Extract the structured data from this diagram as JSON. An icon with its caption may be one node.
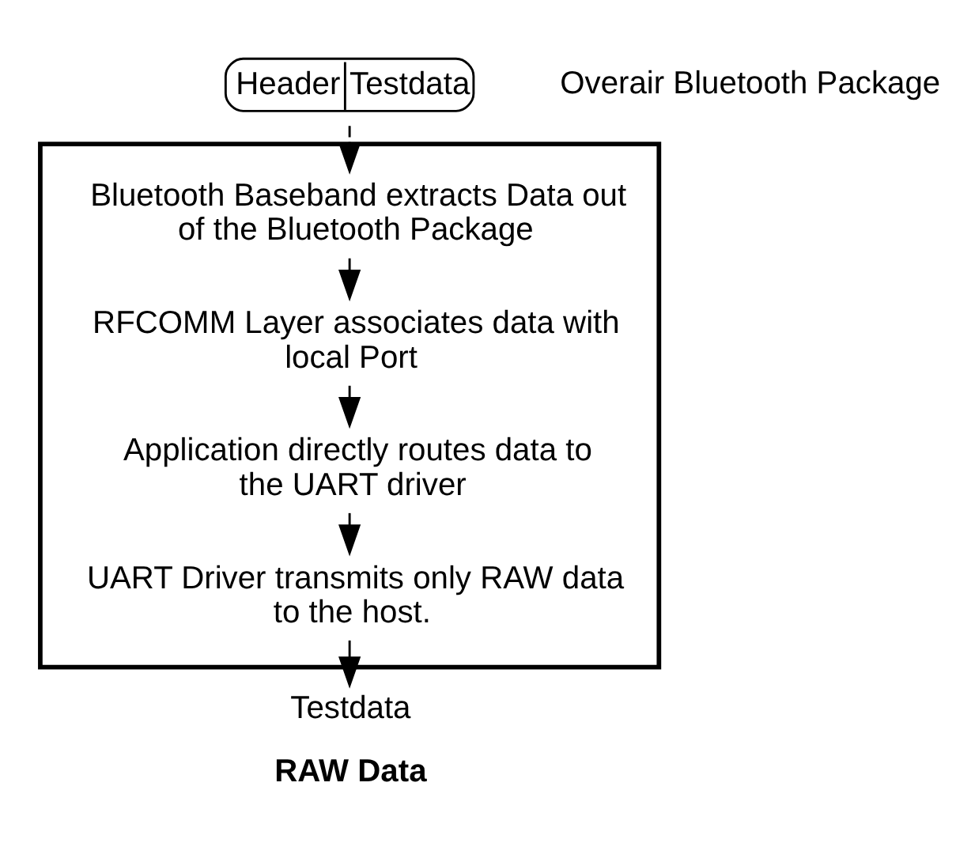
{
  "diagram": {
    "nodes": [
      {
        "text": [
          "Header",
          "Testdata"
        ],
        "beside": [
          "Overair Bluetooth Package"
        ]
      },
      {
        "text": [],
        "shape": "box"
      },
      {
        "text": [
          "Bluetooth Baseband extracts Data out of the Bluetooth Package"
        ],
        "in": 1
      },
      {
        "text": [
          "RFCOMM Layer associates data with local Port"
        ],
        "in": 1
      },
      {
        "text": [
          "Application directly routes data to the UART driver"
        ],
        "in": 1
      },
      {
        "text": [
          "UART Driver transmits only RAW data to the host."
        ],
        "in": 1
      },
      {
        "text": [
          "Testdata"
        ],
        "beside": [
          "RAW Data"
        ]
      }
    ],
    "edges": [
      {
        "from": 0,
        "to": 2,
        "arrow": "to",
        "style": "dashed"
      },
      {
        "from": 2,
        "to": 3,
        "arrow": "to"
      },
      {
        "from": 3,
        "to": 4,
        "arrow": "to"
      },
      {
        "from": 4,
        "to": 5,
        "arrow": "to"
      },
      {
        "from": 5,
        "to": 6,
        "arrow": "to"
      }
    ]
  }
}
